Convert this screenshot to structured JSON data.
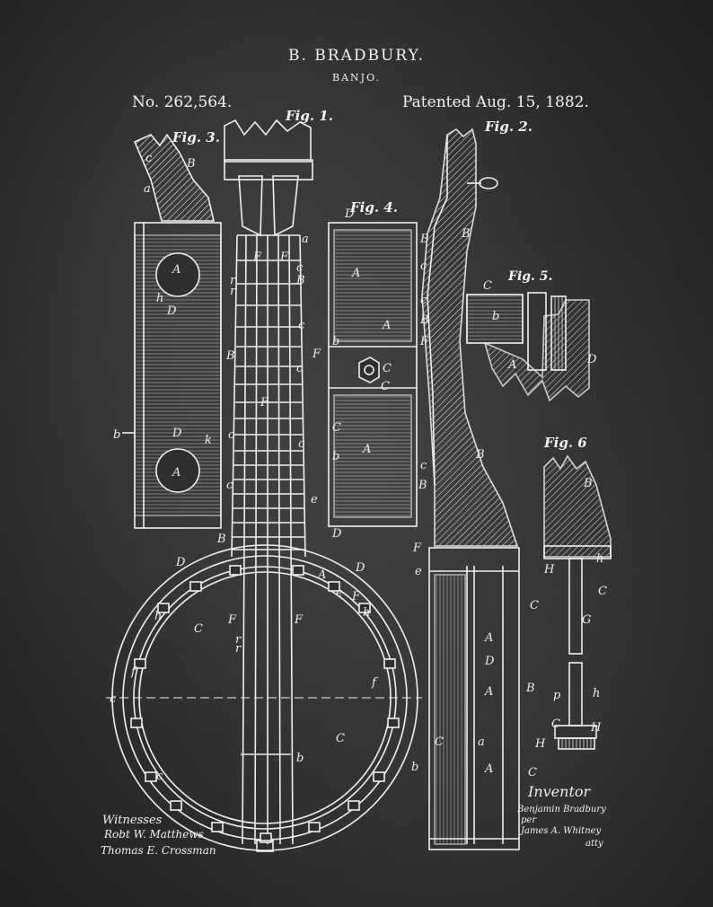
{
  "header": {
    "inventor": "B. BRADBURY.",
    "title": "BANJO.",
    "patent_number": "No. 262,564.",
    "patent_date": "Patented Aug. 15, 1882."
  },
  "figures": {
    "fig1": "Fig. 1.",
    "fig2": "Fig. 2.",
    "fig3": "Fig. 3.",
    "fig4": "Fig. 4.",
    "fig5": "Fig. 5.",
    "fig6": "Fig. 6"
  },
  "signatures": {
    "witnesses_label": "Witnesses",
    "witness_1": "Robt W. Matthews",
    "witness_2": "Thomas E. Crossman",
    "inventor_label": "Inventor",
    "inventor_signature": "Benjamin Bradbury",
    "per": "per",
    "attorney": "James A. Whitney",
    "atty": "atty"
  },
  "colors": {
    "background": "#2e302f",
    "ink": "#f2f3f1"
  }
}
